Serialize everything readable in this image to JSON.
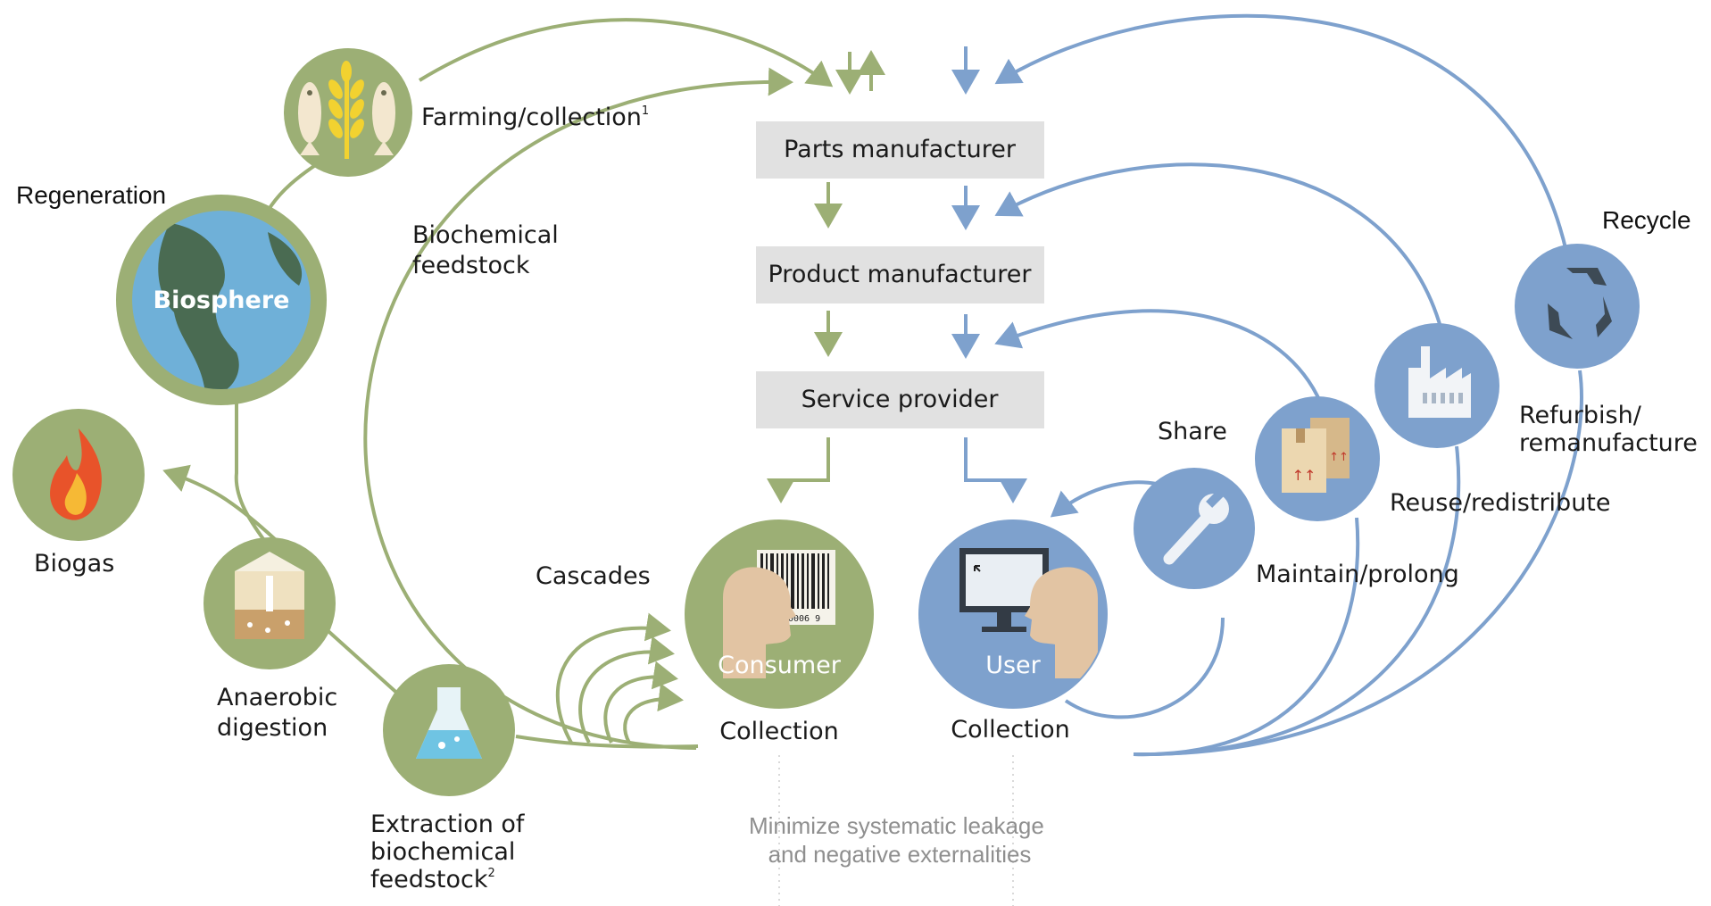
{
  "colors": {
    "green": "#9caf75",
    "green_dark": "#8ea065",
    "blue": "#7ea1cd",
    "blue_dark": "#6f93c2",
    "box": "#e1e1e1",
    "leak": "#8f8f8f"
  },
  "process": {
    "parts": "Parts manufacturer",
    "product": "Product manufacturer",
    "service": "Service provider"
  },
  "biological": {
    "regeneration": "Regeneration",
    "biosphere": "Biosphere",
    "biogas": "Biogas",
    "farming": "Farming/collection",
    "farming_note": "1",
    "biochemical_line1": "Biochemical",
    "biochemical_line2": "feedstock",
    "anaerobic_line1": "Anaerobic",
    "anaerobic_line2": "digestion",
    "extraction_line1": "Extraction of",
    "extraction_line2": "biochemical",
    "extraction_line3": "feedstock",
    "extraction_note": "2",
    "cascades": "Cascades",
    "consumer": "Consumer",
    "collection": "Collection",
    "barcode_digits": "13 0006 9"
  },
  "technical": {
    "recycle": "Recycle",
    "refurbish_line1": "Refurbish/",
    "refurbish_line2": "remanufacture",
    "reuse": "Reuse/redistribute",
    "maintain": "Maintain/prolong",
    "share": "Share",
    "user": "User",
    "collection": "Collection"
  },
  "leakage": {
    "line1": "Minimize systematic leakage",
    "line2": "and negative externalities"
  },
  "icons": [
    "fish-icon",
    "wheat-icon",
    "globe-icon",
    "flame-icon",
    "soil-icon",
    "flask-icon",
    "head-icon",
    "barcode-icon",
    "monitor-icon",
    "wrench-icon",
    "boxes-icon",
    "factory-icon",
    "recycle-icon"
  ]
}
